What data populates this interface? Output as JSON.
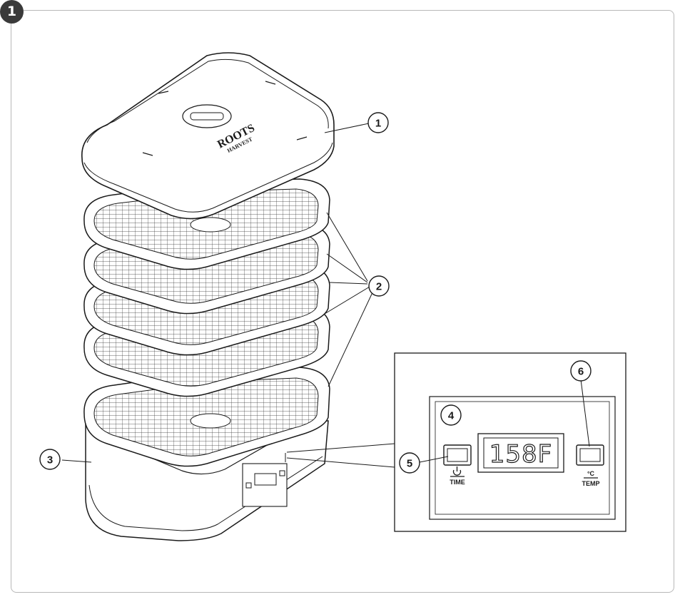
{
  "figure": {
    "number": "1"
  },
  "logo": {
    "line1": "ROOTS",
    "line2": "HARVEST"
  },
  "control_panel": {
    "display": "158F",
    "left_button_label": "TIME",
    "right_button_label": "TEMP",
    "right_button_symbol": "°C"
  },
  "callouts": [
    {
      "id": "lid",
      "label": "1"
    },
    {
      "id": "trays",
      "label": "2"
    },
    {
      "id": "base",
      "label": "3"
    },
    {
      "id": "panel",
      "label": "4"
    },
    {
      "id": "time-button",
      "label": "5"
    },
    {
      "id": "temp-button",
      "label": "6"
    }
  ],
  "colors": {
    "line": "#1a1a1a",
    "frame": "#b8b8b8",
    "badge": "#3a3a3a"
  }
}
